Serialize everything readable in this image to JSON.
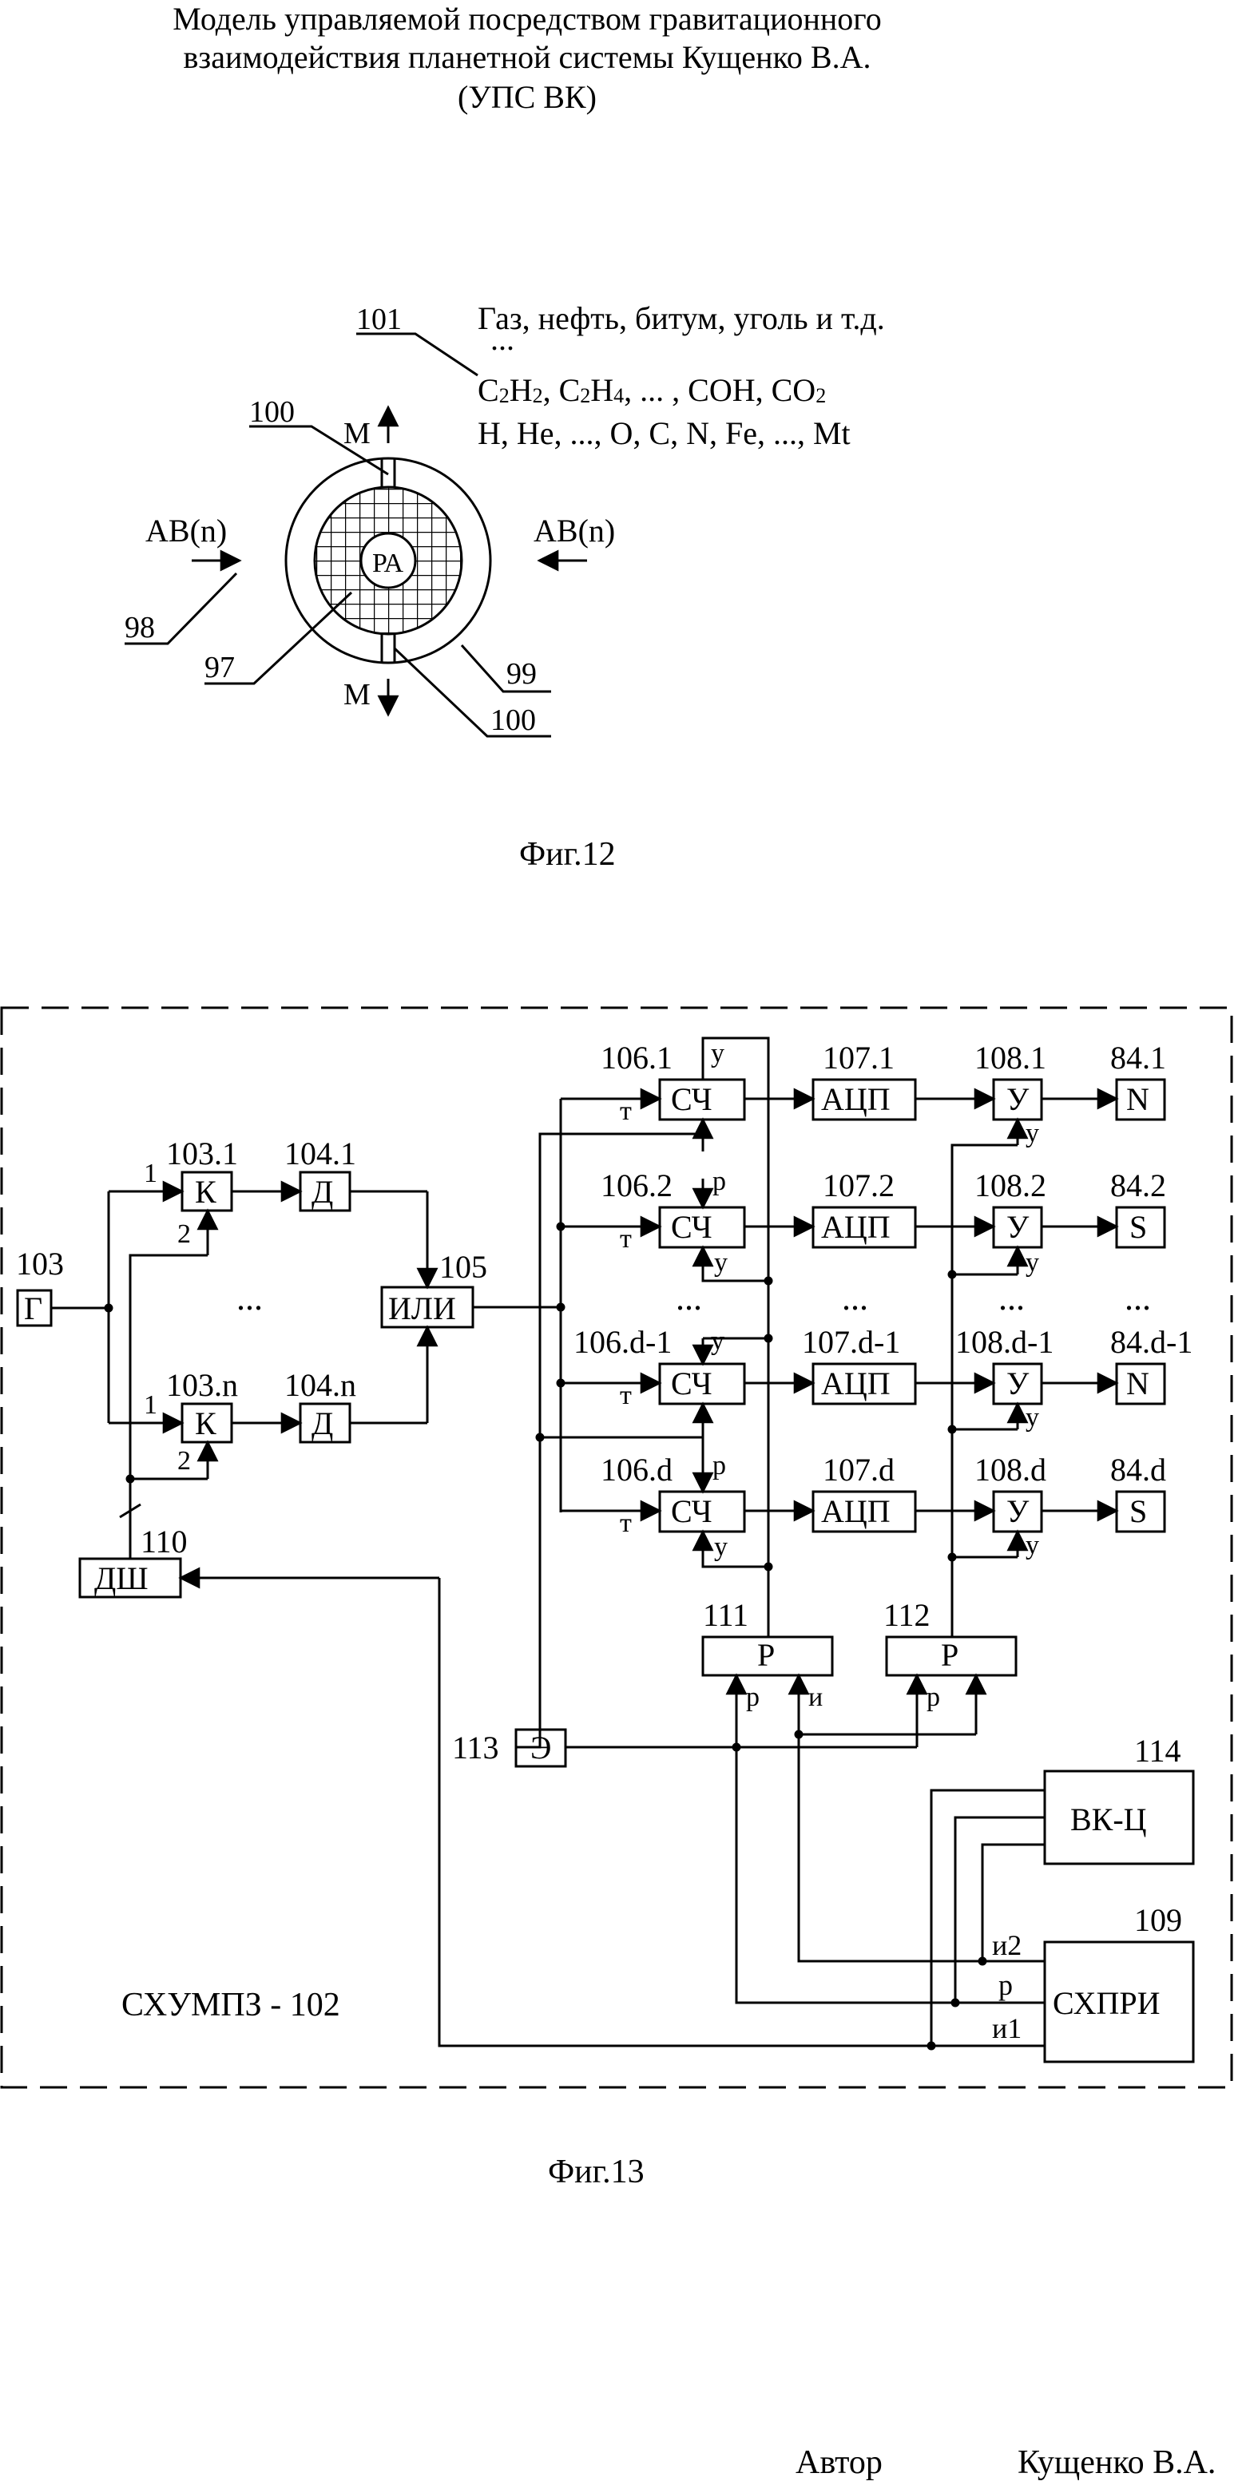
{
  "title": {
    "line1": "Модель управляемой посредством гравитационного",
    "line2": "взаимодействия планетной системы Кущенко В.А.",
    "line3": "(УПС ВК)"
  },
  "fig12": {
    "caption": "Фиг.12",
    "ref_101": "101",
    "ref_100_top": "100",
    "ref_100_bottom": "100",
    "ref_98": "98",
    "ref_97": "97",
    "ref_99": "99",
    "core_label": "РА",
    "m_top": "М",
    "m_bottom": "М",
    "av_left": "АВ(n)",
    "av_right": "АВ(n)",
    "materials_line1": "Газ, нефть, битум, уголь и т.д.",
    "materials_ellipsis": "...",
    "materials_line2_c2h2": "C",
    "materials_line2_sub1": "2",
    "materials_line2_h": "H",
    "materials_line2_sub2": "2",
    "materials_line2_sep1": ", C",
    "materials_line2_sub3": "2",
    "materials_line2_h4": "H",
    "materials_line2_sub4": "4",
    "materials_line2_rest": ", ... , COH, CO",
    "materials_line2_sub5": "2",
    "materials_line3": "H, He, ..., O, C, N, Fe, ..., Mt"
  },
  "fig13": {
    "caption": "Фиг.13",
    "system_label": "СХУМПЗ - 102",
    "gen": {
      "ref": "103",
      "label": "Г"
    },
    "k1": {
      "ref": "103.1",
      "label": "К"
    },
    "kn": {
      "ref": "103.n",
      "label": "К"
    },
    "d1": {
      "ref": "104.1",
      "label": "Д"
    },
    "dn": {
      "ref": "104.n",
      "label": "Д"
    },
    "or": {
      "ref": "105",
      "label": "ИЛИ"
    },
    "dsh": {
      "ref": "110",
      "label": "ДШ"
    },
    "in1": "1",
    "in2": "2",
    "dots": "...",
    "counters": [
      {
        "ref": "106.1",
        "label": "СЧ",
        "top_port": "у",
        "bottom_port": ""
      },
      {
        "ref": "106.2",
        "label": "СЧ",
        "top_port": "р",
        "bottom_port": "у"
      },
      {
        "ref": "106.d-1",
        "label": "СЧ",
        "top_port": "у",
        "bottom_port": ""
      },
      {
        "ref": "106.d",
        "label": "СЧ",
        "top_port": "р",
        "bottom_port": "у"
      }
    ],
    "t_port": "т",
    "adcs": [
      {
        "ref": "107.1",
        "label": "АЦП"
      },
      {
        "ref": "107.2",
        "label": "АЦП"
      },
      {
        "ref": "107.d-1",
        "label": "АЦП"
      },
      {
        "ref": "107.d",
        "label": "АЦП"
      }
    ],
    "amps": [
      {
        "ref": "108.1",
        "label": "У",
        "port": "у"
      },
      {
        "ref": "108.2",
        "label": "У",
        "port": "у"
      },
      {
        "ref": "108.d-1",
        "label": "У",
        "port": "у"
      },
      {
        "ref": "108.d",
        "label": "У",
        "port": "у"
      }
    ],
    "outs": [
      {
        "ref": "84.1",
        "label": "N"
      },
      {
        "ref": "84.2",
        "label": "S"
      },
      {
        "ref": "84.d-1",
        "label": "N"
      },
      {
        "ref": "84.d",
        "label": "S"
      }
    ],
    "r111": {
      "ref": "111",
      "label": "Р",
      "port_p": "р",
      "port_i": "и"
    },
    "r112": {
      "ref": "112",
      "label": "Р",
      "port_p": "р"
    },
    "e113": {
      "ref": "113",
      "label": "Э"
    },
    "vkc": {
      "ref": "114",
      "label": "ВК-Ц"
    },
    "shpri": {
      "ref": "109",
      "label": "СХПРИ",
      "port_i2": "и2",
      "port_p": "р",
      "port_i1": "и1"
    }
  },
  "footer": {
    "author_label": "Автор",
    "author_name": "Кущенко В.А."
  }
}
